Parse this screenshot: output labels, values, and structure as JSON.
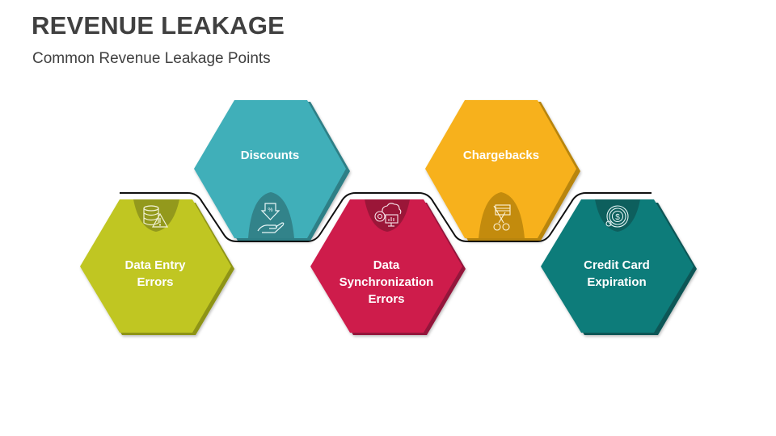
{
  "header": {
    "title": "REVENUE LEAKAGE",
    "subtitle": "Common Revenue Leakage Points"
  },
  "items": [
    {
      "label": "Data Entry Errors",
      "icon": "database-warning-icon",
      "color": "#C0C623",
      "dark": "#93991A",
      "shadow": "#8E9418",
      "row": "bottom"
    },
    {
      "label": "Discounts",
      "icon": "discount-hand-icon",
      "color": "#3FAFB9",
      "dark": "#33838A",
      "shadow": "#2E7F86",
      "row": "top"
    },
    {
      "label": "Data Synchronization Errors",
      "icon": "cloud-sync-monitor-icon",
      "color": "#CE1A4B",
      "dark": "#9B1239",
      "shadow": "#93123A",
      "row": "bottom"
    },
    {
      "label": "Chargebacks",
      "icon": "card-scissors-icon",
      "color": "#F7B11A",
      "dark": "#C38B0F",
      "shadow": "#B88510",
      "row": "top"
    },
    {
      "label": "Credit Card Expiration",
      "icon": "dollar-coin-expiry-icon",
      "color": "#117B7A",
      "dark": "#0C5E5D",
      "shadow": "#0A5756",
      "row": "bottom"
    }
  ]
}
